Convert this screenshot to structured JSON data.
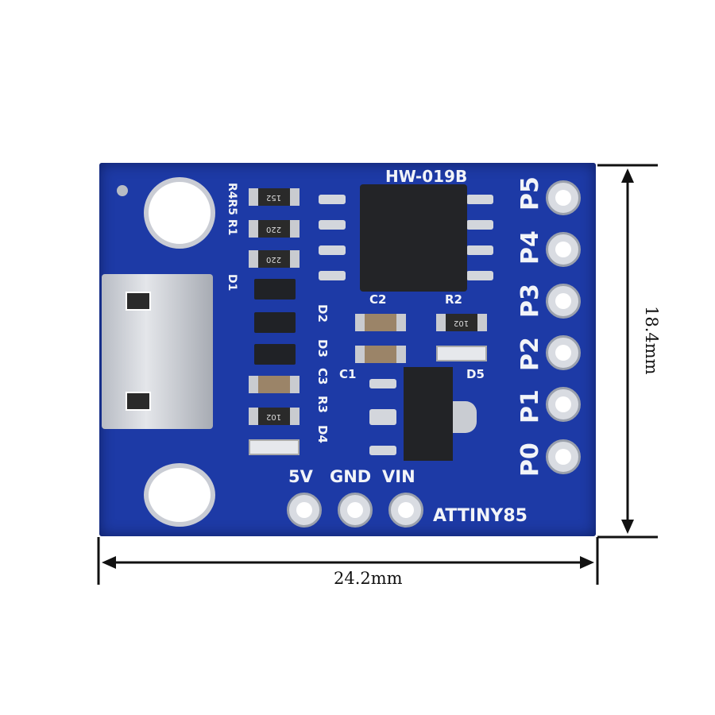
{
  "board": {
    "model_label": "HW-019B",
    "product_label": "ATTINY85",
    "pin_labels": [
      "P5",
      "P4",
      "P3",
      "P2",
      "P1",
      "P0"
    ],
    "power_pin_labels": [
      "5V",
      "GND",
      "VIN"
    ],
    "component_labels": [
      "R4R5 R1",
      "D1",
      "D2",
      "D3",
      "C3",
      "R3",
      "D4",
      "C2",
      "R2",
      "C1",
      "D5"
    ],
    "resistor_codes": [
      "152",
      "220",
      "220",
      "102",
      "102"
    ],
    "colors": {
      "pcb": "#1d3aa6",
      "silkscreen": "#f2f4f8",
      "background": "#ffffff"
    }
  },
  "dimensions": {
    "width_label": "24.2mm",
    "height_label": "18.4mm"
  }
}
